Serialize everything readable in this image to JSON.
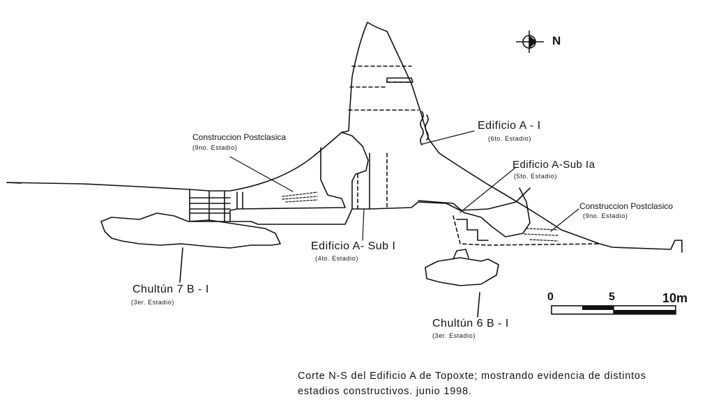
{
  "north": "N",
  "labels": {
    "edificio_a1": "Edificio   A - I",
    "edificio_a1_stage": "(6to. Estadio)",
    "construccion_left": "Construccion Postclasica",
    "construccion_left_stage": "(9no. Estadio)",
    "edificio_sub1a": "Edificio A-Sub Ia",
    "edificio_sub1a_stage": "(5to. Estadio)",
    "construccion_right": "Construccion Postclasico",
    "construccion_right_stage": "(9no. Estadio)",
    "edificio_sub1": "Edificio A- Sub  I",
    "edificio_sub1_stage": "(4to. Estadio)",
    "chultun7": "Chultún  7  B - I",
    "chultun7_stage": "(3er. Estadio)",
    "chultun6": "Chultún 6  B - I",
    "chultun6_stage": "(3er. Estadio)"
  },
  "scale": {
    "min": "0",
    "mid": "5",
    "max": "10m"
  },
  "caption": {
    "line1": "Corte N-S del Edificio A de Topoxte; mostrando evidencia de distintos",
    "line2": "estadios constructivos. junio 1998."
  }
}
